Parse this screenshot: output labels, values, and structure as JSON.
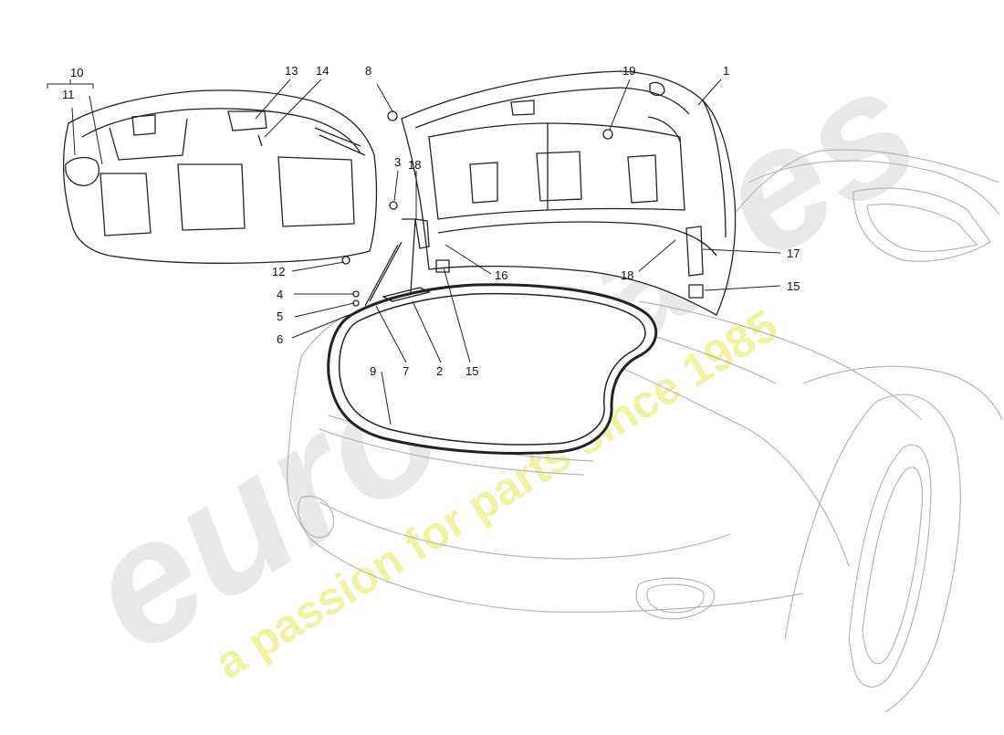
{
  "diagram": {
    "callouts": [
      {
        "id": "c1",
        "label": "1"
      },
      {
        "id": "c2",
        "label": "2"
      },
      {
        "id": "c3",
        "label": "3"
      },
      {
        "id": "c4",
        "label": "4"
      },
      {
        "id": "c5",
        "label": "5"
      },
      {
        "id": "c6",
        "label": "6"
      },
      {
        "id": "c7",
        "label": "7"
      },
      {
        "id": "c8",
        "label": "8"
      },
      {
        "id": "c9",
        "label": "9"
      },
      {
        "id": "c10",
        "label": "10"
      },
      {
        "id": "c11",
        "label": "11"
      },
      {
        "id": "c12",
        "label": "12"
      },
      {
        "id": "c13",
        "label": "13"
      },
      {
        "id": "c14",
        "label": "14"
      },
      {
        "id": "c15a",
        "label": "15"
      },
      {
        "id": "c15b",
        "label": "15"
      },
      {
        "id": "c16",
        "label": "16"
      },
      {
        "id": "c17",
        "label": "17"
      },
      {
        "id": "c18a",
        "label": "18"
      },
      {
        "id": "c18b",
        "label": "18"
      },
      {
        "id": "c19",
        "label": "19"
      }
    ]
  },
  "watermark": {
    "brand": "eurospares",
    "tagline": "a passion for parts since 1985",
    "colors": {
      "brand": "#e8e8e8",
      "tagline": "#f3f08a"
    }
  },
  "colors": {
    "line": "#222222",
    "car_outline": "#b5b5b5"
  }
}
